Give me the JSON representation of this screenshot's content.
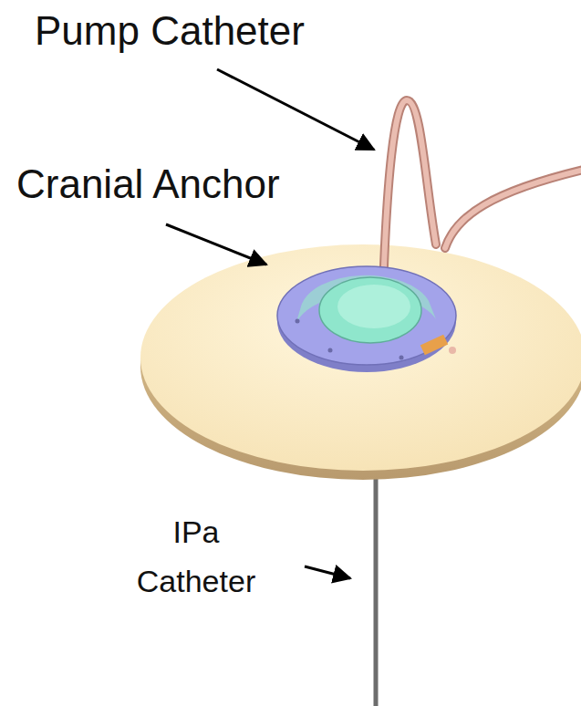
{
  "diagram": {
    "labels": [
      "Pump Catheter",
      "Cranial Anchor",
      "IPa Catheter"
    ]
  }
}
